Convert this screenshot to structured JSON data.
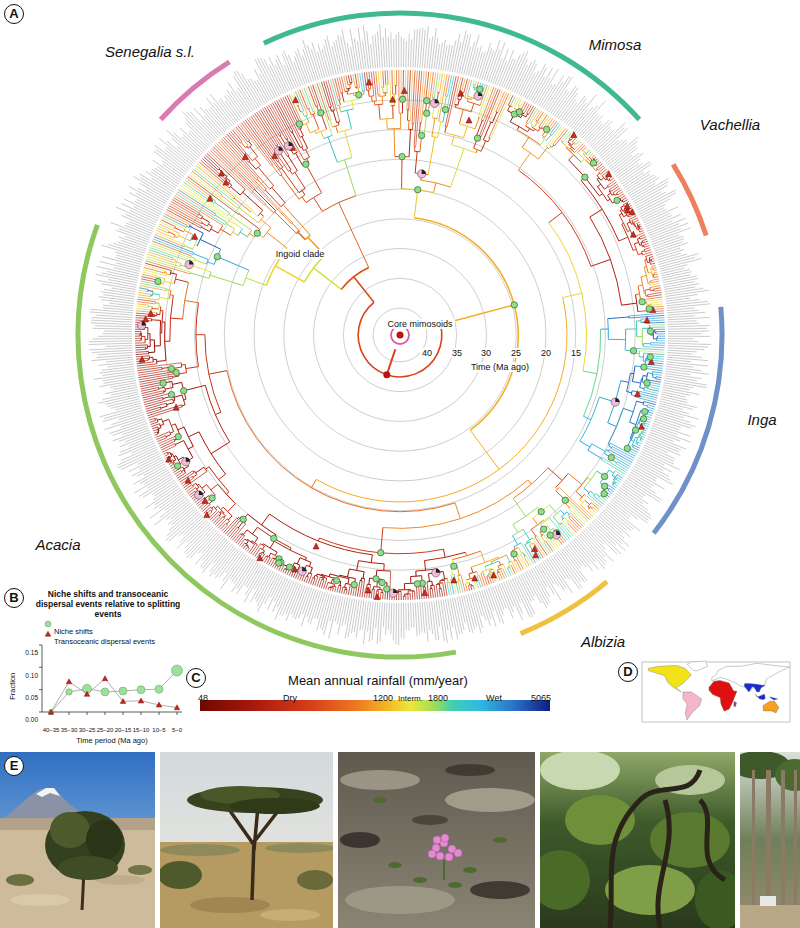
{
  "diagram": {
    "labels": [
      "A",
      "Senegalia s.l.",
      "Mimosa",
      "Vachellia",
      "Inga",
      "Albizia",
      "Acacia",
      "Ingoid clade",
      "Core mimosoids",
      "40",
      "35",
      "30",
      "25",
      "20",
      "15",
      "Time (Ma ago)",
      "B",
      "Niche shifts and transoceanic dispersal events relative to splitting events",
      "Fraction",
      "0.00",
      "0.05",
      "0.10",
      "0.15",
      "40–35",
      "35–30",
      "30–25",
      "25–20",
      "20–15",
      "15–10",
      "10–5",
      "5–0",
      "Time period (Ma ago)",
      "C",
      "Mean annual rainfall (mm/year)",
      "48",
      "1200",
      "1800",
      "5065",
      "Dry",
      "Interm.",
      "Wet",
      "D",
      "E"
    ],
    "legend": [
      {
        "text": "Niche shifts"
      },
      {
        "text": "Transoceanic dispersal events"
      }
    ]
  }
}
